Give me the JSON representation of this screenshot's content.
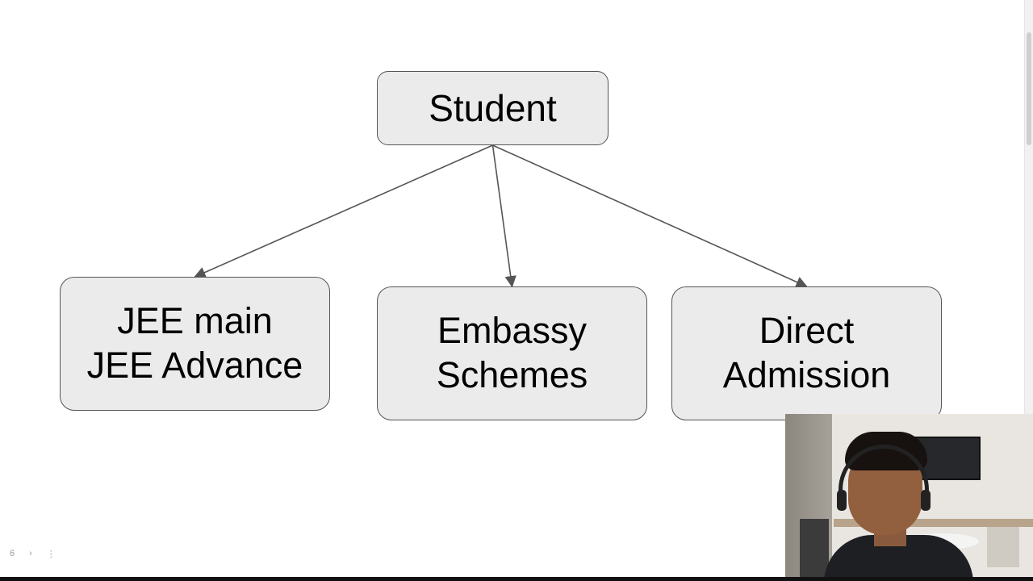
{
  "diagram": {
    "root": {
      "id": "student",
      "lines": [
        "Student"
      ]
    },
    "children": [
      {
        "id": "jee",
        "lines": [
          "JEE main",
          "JEE Advance"
        ]
      },
      {
        "id": "emb",
        "lines": [
          "Embassy",
          "Schemes"
        ]
      },
      {
        "id": "dir",
        "lines": [
          "Direct",
          "Admission"
        ]
      }
    ],
    "edges": [
      {
        "from": "student",
        "to": "jee"
      },
      {
        "from": "student",
        "to": "emb"
      },
      {
        "from": "student",
        "to": "dir"
      }
    ],
    "colors": {
      "node_fill": "#ebebeb",
      "node_border": "#555555",
      "edge": "#555555",
      "text": "#000000"
    }
  },
  "presentation_nav": {
    "slide_number": "6",
    "next_icon": "chevron-right-icon",
    "menu_icon": "vertical-dots-icon"
  },
  "webcam": {
    "icon": "presenter-webcam-feed"
  }
}
